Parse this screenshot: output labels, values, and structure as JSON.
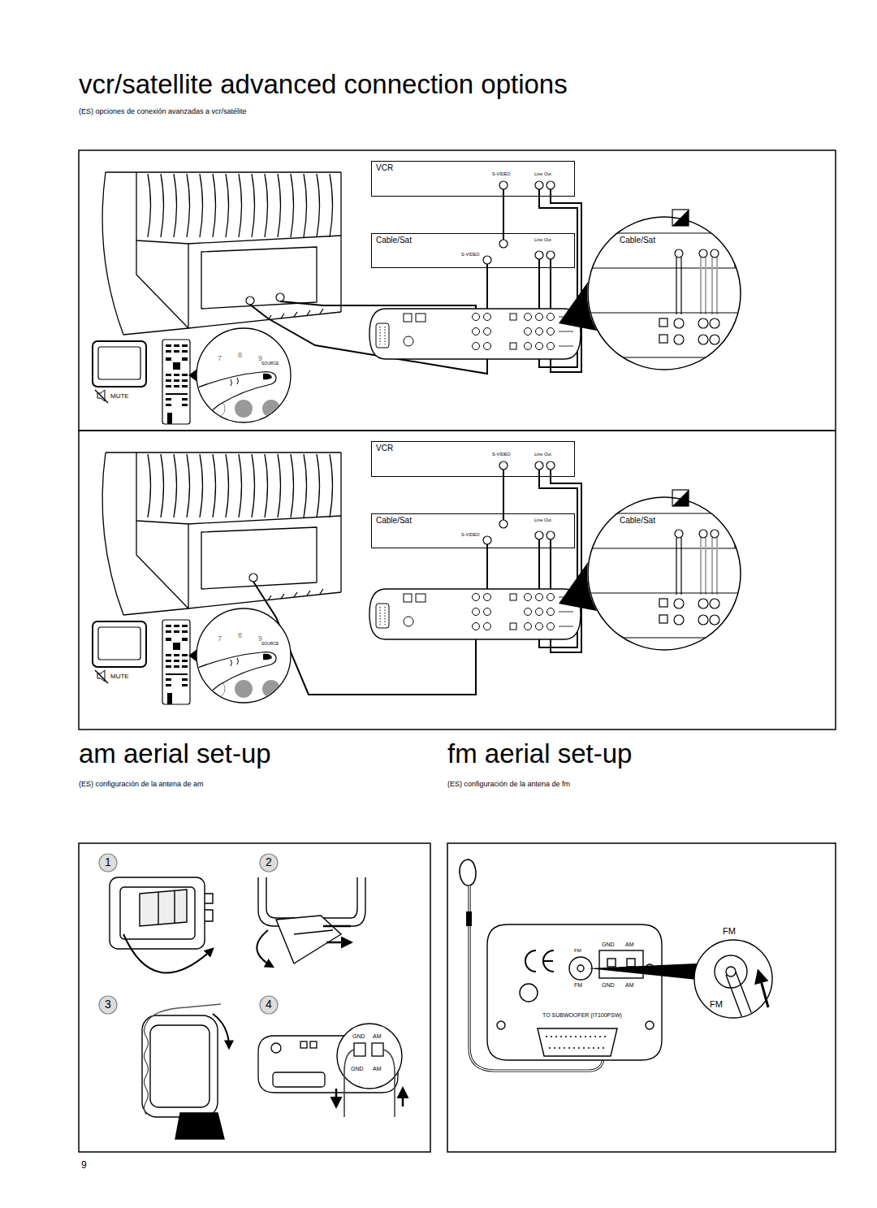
{
  "diagram": {
    "title": "vcr/satellite advanced connection options",
    "nodes": [
      {
        "text": [
          "VCR",
          "S-VIDEO",
          "Line Out"
        ]
      },
      {
        "text": [
          "Cable/Sat",
          "Line Out",
          "S-VIDEO"
        ]
      },
      {
        "text": [
          "Cable/Sat"
        ]
      },
      {
        "text": [
          "VCR",
          "S-VIDEO",
          "Line Out"
        ]
      },
      {
        "text": [
          "Cable/Sat",
          "Line Out",
          "S-VIDEO"
        ]
      },
      {
        "text": [
          "Cable/Sat"
        ]
      }
    ],
    "edges": [
      {
        "from": 0,
        "to": 1,
        "arrow": "none"
      },
      {
        "from": 3,
        "to": 4,
        "arrow": "none"
      }
    ],
    "labels": [
      "(ES) opciones de conexión avanzadas a vcr/satélite",
      "7",
      "8",
      "9",
      "SOURCE",
      "MUTE",
      "7",
      "8",
      "9",
      "SOURCE",
      "MUTE",
      "am aerial set-up",
      "(ES) configuración de la antena de am",
      "fm aerial set-up",
      "(ES) configuración de la antena de fm",
      "1",
      "2",
      "3",
      "4",
      "GND",
      "AM",
      "GND",
      "AM",
      "FM",
      "GND",
      "AM",
      "FM",
      "GND",
      "AM",
      "TO SUBWOOFER (IT100PSW)",
      "FM",
      "FM",
      "9"
    ]
  }
}
